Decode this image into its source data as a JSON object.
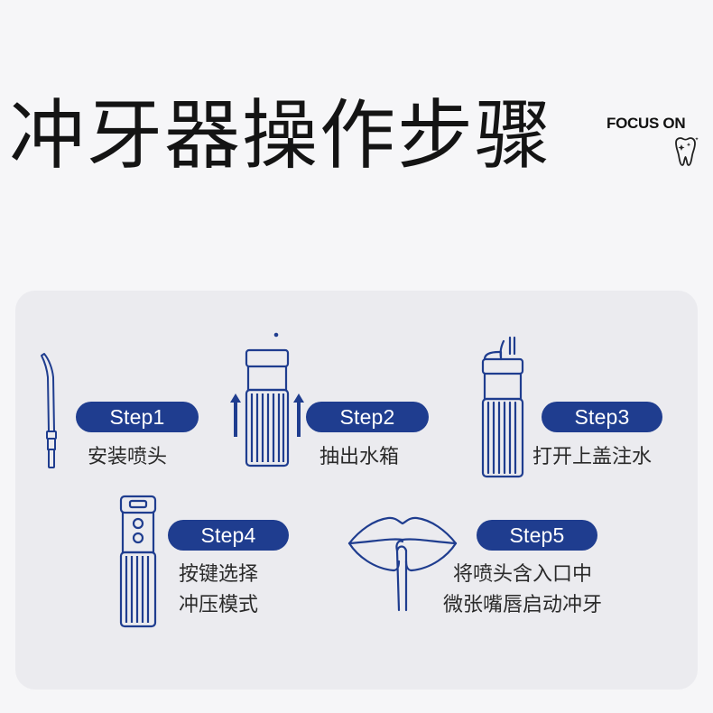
{
  "title": "冲牙器操作步骤",
  "brand": {
    "text": "FOCUS ON",
    "icon": "tooth-sparkle-icon"
  },
  "colors": {
    "accent": "#1f3d8f",
    "icon_stroke": "#1f3d8f",
    "panel": "#ebebef",
    "background": "#f6f6f8"
  },
  "steps": [
    {
      "label": "Step1",
      "desc": [
        "安装喷头"
      ],
      "icon": "nozzle-icon"
    },
    {
      "label": "Step2",
      "desc": [
        "抽出水箱"
      ],
      "icon": "pull-out-tank-icon"
    },
    {
      "label": "Step3",
      "desc": [
        "打开上盖注水"
      ],
      "icon": "open-lid-fill-water-icon"
    },
    {
      "label": "Step4",
      "desc": [
        "按键选择",
        "冲压模式"
      ],
      "icon": "select-mode-button-icon"
    },
    {
      "label": "Step5",
      "desc": [
        "将喷头含入口中",
        "微张嘴唇启动冲牙"
      ],
      "icon": "mouth-nozzle-icon"
    }
  ]
}
